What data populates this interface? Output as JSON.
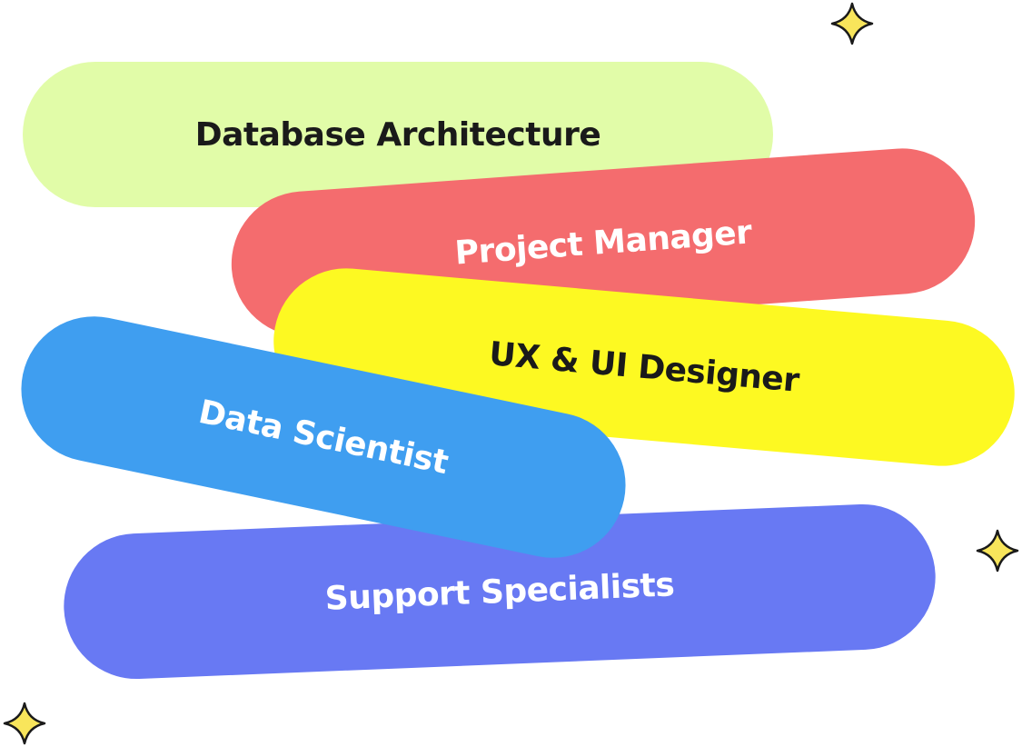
{
  "pills": [
    {
      "label": "Database Architecture",
      "bg": "#e1fca8",
      "text_color": "#1a1a1a"
    },
    {
      "label": "Project Manager",
      "bg": "#f46c6e",
      "text_color": "#ffffff"
    },
    {
      "label": "UX & UI Designer",
      "bg": "#fdf922",
      "text_color": "#1a1a1a"
    },
    {
      "label": "Data Scientist",
      "bg": "#3f9ef0",
      "text_color": "#ffffff"
    },
    {
      "label": "Support Specialists",
      "bg": "#6879f3",
      "text_color": "#ffffff"
    }
  ],
  "sparkle": {
    "fill": "#f8e55b",
    "stroke": "#1a1a1a"
  }
}
